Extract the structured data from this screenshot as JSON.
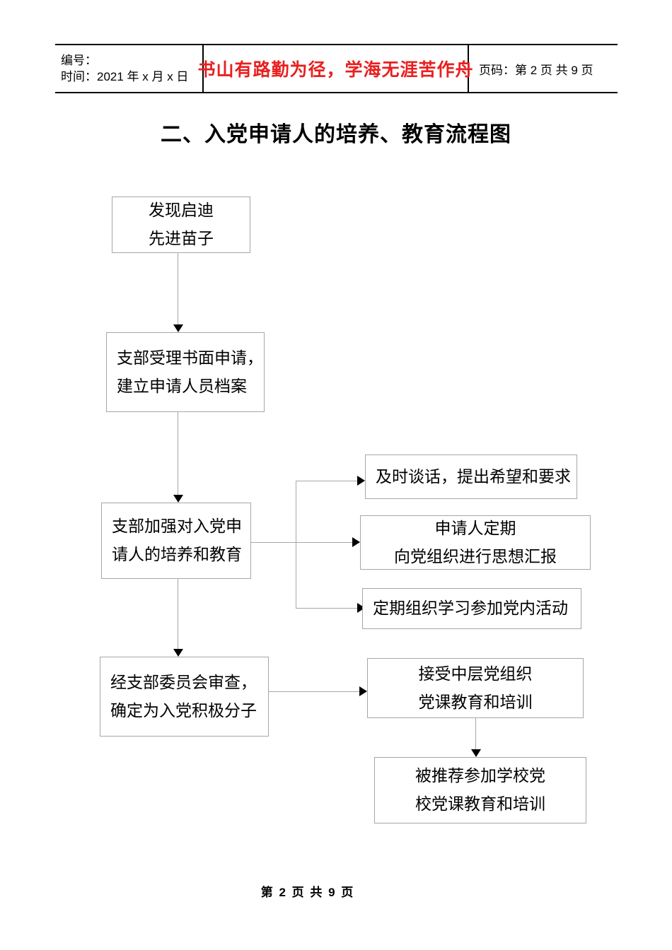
{
  "header": {
    "left_cell": {
      "label_number": "编号：",
      "label_time": "时间：2021 年 x 月 x 日"
    },
    "motto": "书山有路勤为径，学海无涯苦作舟",
    "motto_color": "#e8201f",
    "right_cell": {
      "page_label": "页码：第 2 页  共 9 页"
    }
  },
  "title": "二、入党申请人的培养、教育流程图",
  "flow": {
    "n1": {
      "line1": "发现启迪",
      "line2": "先进苗子"
    },
    "n2": {
      "line1": "支部受理书面申请，",
      "line2": "建立申请人员档案"
    },
    "n3": {
      "line1": "支部加强对入党申",
      "line2": "请人的培养和教育"
    },
    "n4": {
      "line1": "经支部委员会审查，",
      "line2": "确定为入党积极分子"
    },
    "r1": {
      "line1": "及时谈话，提出希望和要求"
    },
    "r2": {
      "line1": "申请人定期",
      "line2": "向党组织进行思想汇报"
    },
    "r3": {
      "line1": "定期组织学习参加党内活动"
    },
    "r4": {
      "line1": "接受中层党组织",
      "line2": "党课教育和培训"
    },
    "r5": {
      "line1": "被推荐参加学校党",
      "line2": "校党课教育和培训"
    }
  },
  "footer": {
    "page_text": "第 2 页 共 9 页"
  }
}
